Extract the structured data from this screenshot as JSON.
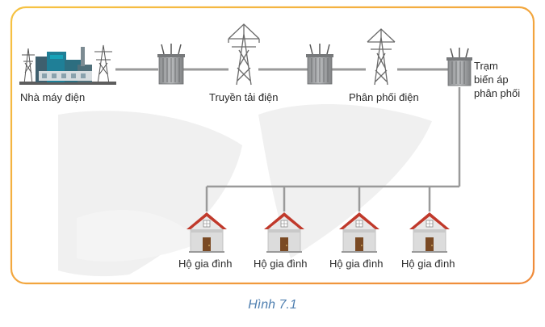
{
  "labels": {
    "power_plant": "Nhà máy điện",
    "transmission": "Truyền tải điện",
    "distribution": "Phân phối điện",
    "substation_line1": "Trạm",
    "substation_line2": "biến áp",
    "substation_line3": "phân phối",
    "household": "Hộ gia đình"
  },
  "caption": "Hình 7.1",
  "colors": {
    "frame_border": "#f0a032",
    "line": "#9a9a9a",
    "caption": "#4f7fb0",
    "roof": "#c0392b",
    "house_wall": "#dcdcdc",
    "door": "#7a4a24"
  },
  "household_count": 4
}
